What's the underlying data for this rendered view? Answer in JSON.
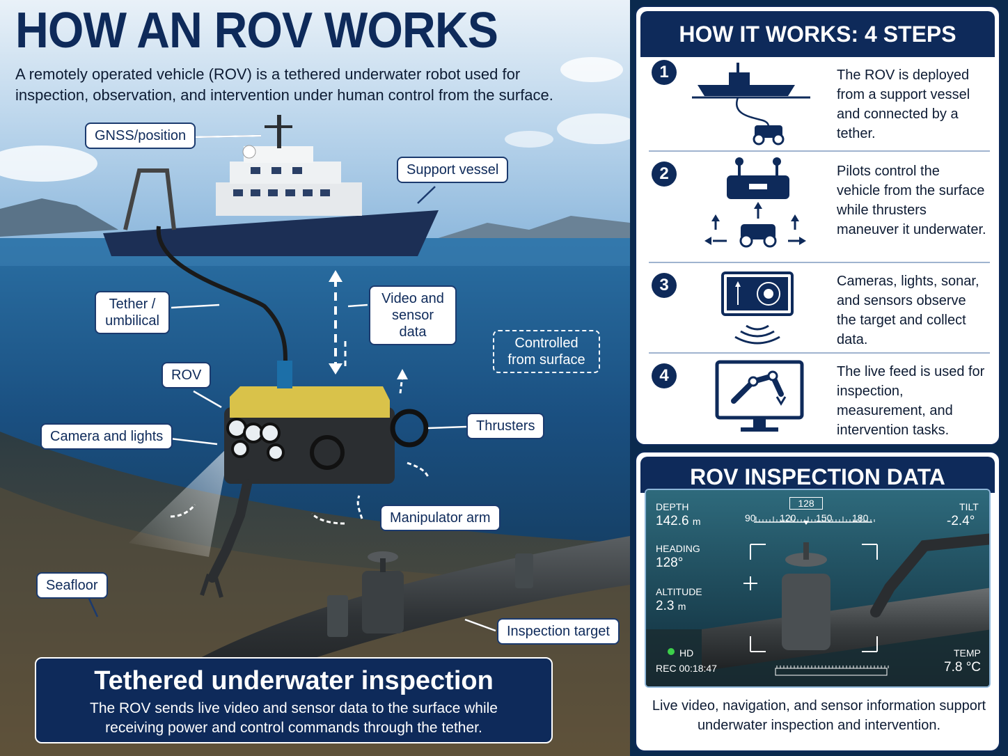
{
  "title": "HOW AN ROV WORKS",
  "subtitle": "A remotely operated vehicle (ROV) is a tethered underwater robot used for inspection, observation, and intervention under human control from the surface.",
  "labels": {
    "gnss": "GNSS/position",
    "support_vessel": "Support vessel",
    "tether": "Tether / umbilical",
    "video_data": "Video and sensor data",
    "controlled": "Controlled from surface",
    "rov": "ROV",
    "camera": "Camera and lights",
    "thrusters": "Thrusters",
    "manipulator": "Manipulator arm",
    "seafloor": "Seafloor",
    "inspection_target": "Inspection target"
  },
  "summary": {
    "title": "Tethered underwater inspection",
    "text": "The ROV sends live video and sensor data to the surface while receiving power and control commands through the tether."
  },
  "steps_panel": {
    "title": "HOW IT WORKS: 4 STEPS",
    "steps": [
      {
        "num": "1",
        "icon": "ship-tether-icon",
        "text": "The ROV is deployed from a support vessel and connected by a tether."
      },
      {
        "num": "2",
        "icon": "joystick-controller-icon",
        "text": "Pilots control the vehicle from the surface while thrusters maneuver it underwater."
      },
      {
        "num": "3",
        "icon": "camera-sonar-icon",
        "text": "Cameras, lights, sonar, and sensors observe the target and collect data."
      },
      {
        "num": "4",
        "icon": "monitor-robot-arm-icon",
        "text": "The live feed is used for inspection, measurement, and intervention tasks."
      }
    ]
  },
  "data_panel": {
    "title": "ROV INSPECTION DATA",
    "depth_label": "DEPTH",
    "depth_value": "142.6",
    "depth_unit": "m",
    "heading_label": "HEADING",
    "heading_value": "128°",
    "altitude_label": "ALTITUDE",
    "altitude_value": "2.3",
    "altitude_unit": "m",
    "tilt_label": "TILT",
    "tilt_value": "-2.4°",
    "temp_label": "TEMP",
    "temp_value": "7.8 °C",
    "hd_label": "HD",
    "rec_label": "REC 00:18:47",
    "compass_current": "128",
    "compass_ticks": [
      "90",
      "120",
      "150",
      "180"
    ],
    "caption": "Live video, navigation, and sensor information support underwater inspection and intervention."
  },
  "colors": {
    "navy": "#0e2a5a",
    "ocean": "#1a5a8a",
    "rov_yellow": "#d9c24a",
    "rec_green": "#3ccf4a"
  }
}
